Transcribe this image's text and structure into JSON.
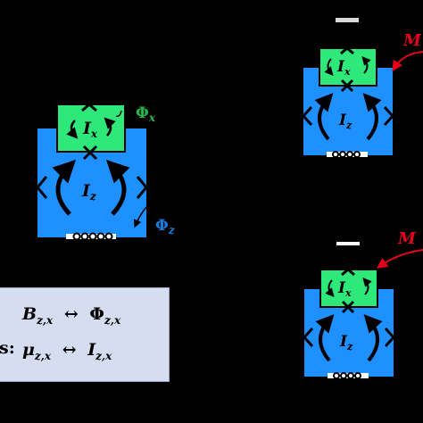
{
  "labels": {
    "ix": "I",
    "ix_sub": "x",
    "iz": "I",
    "iz_sub": "z",
    "phi_x": "Φ",
    "phi_x_sub": "x",
    "phi_z": "Φ",
    "phi_z_sub": "z",
    "m_label": "M"
  },
  "equations": {
    "line1": "B z,x ↔ Φ z,x",
    "line1_parts": {
      "lhs": "B",
      "lhs_sub": "z,x",
      "arrow": "↔",
      "rhs": "Φ",
      "rhs_sub": "z,x"
    },
    "line2_prefix": "s:",
    "line2_parts": {
      "lhs": "μ",
      "lhs_sub": "z,x",
      "arrow": "↔",
      "rhs": "I",
      "rhs_sub": "z,x"
    }
  },
  "colors": {
    "background": "#000000",
    "blue": "#1e90ff",
    "green": "#2fe87a",
    "red": "#e8001a",
    "panel": "#d6ddf1",
    "phi_x_color": "#27b34a",
    "phi_z_color": "#1e78d6"
  },
  "icons": [
    "cross-mark-icon",
    "circulation-arrow-icon",
    "coil-icon",
    "curved-arrow-icon"
  ]
}
